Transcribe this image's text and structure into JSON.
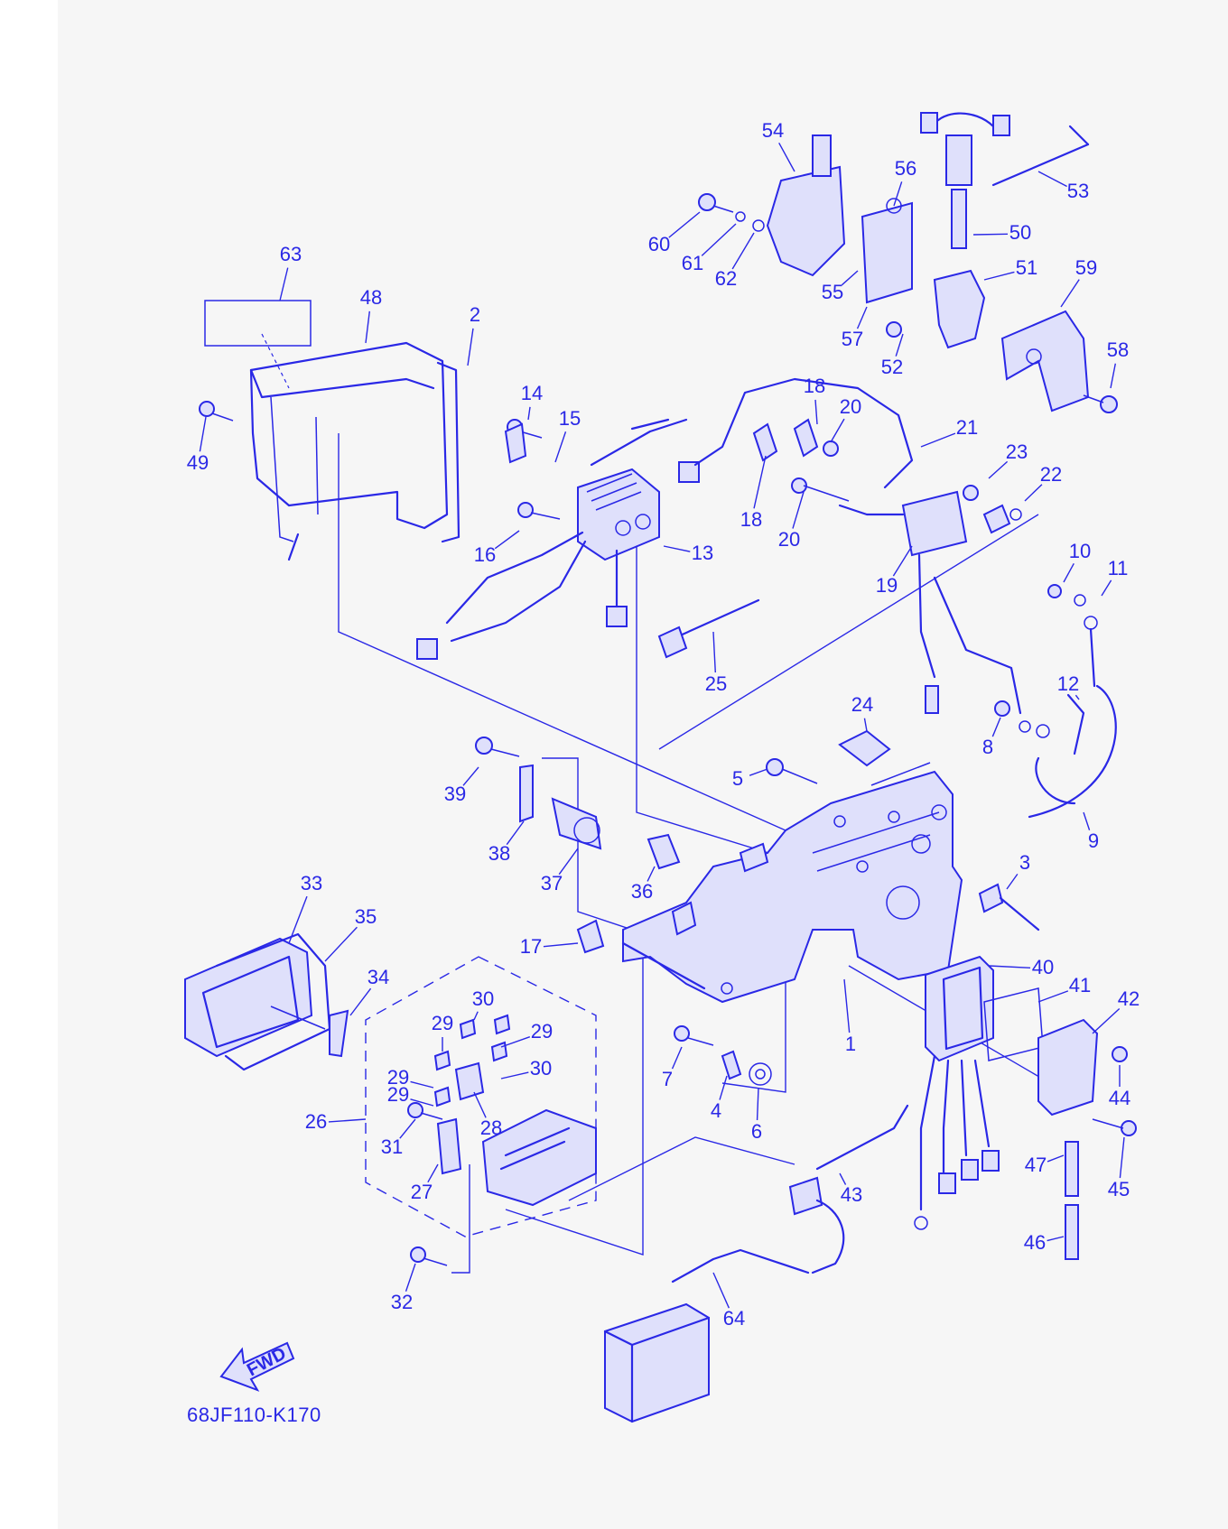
{
  "colors": {
    "ink": "#2a28e6",
    "sheet": "#f6f6f6",
    "paper": "#ffffff"
  },
  "diagram_code": "68JF110-K170",
  "direction_label": "FWD",
  "callouts": [
    {
      "n": "1"
    },
    {
      "n": "2"
    },
    {
      "n": "3"
    },
    {
      "n": "4"
    },
    {
      "n": "5"
    },
    {
      "n": "6"
    },
    {
      "n": "7"
    },
    {
      "n": "8"
    },
    {
      "n": "9"
    },
    {
      "n": "10"
    },
    {
      "n": "11"
    },
    {
      "n": "12"
    },
    {
      "n": "13"
    },
    {
      "n": "14"
    },
    {
      "n": "15"
    },
    {
      "n": "16"
    },
    {
      "n": "17"
    },
    {
      "n": "18"
    },
    {
      "n": "18"
    },
    {
      "n": "19"
    },
    {
      "n": "20"
    },
    {
      "n": "20"
    },
    {
      "n": "21"
    },
    {
      "n": "22"
    },
    {
      "n": "23"
    },
    {
      "n": "24"
    },
    {
      "n": "25"
    },
    {
      "n": "26"
    },
    {
      "n": "27"
    },
    {
      "n": "28"
    },
    {
      "n": "29"
    },
    {
      "n": "29"
    },
    {
      "n": "29"
    },
    {
      "n": "29"
    },
    {
      "n": "30"
    },
    {
      "n": "30"
    },
    {
      "n": "31"
    },
    {
      "n": "32"
    },
    {
      "n": "33"
    },
    {
      "n": "34"
    },
    {
      "n": "35"
    },
    {
      "n": "36"
    },
    {
      "n": "37"
    },
    {
      "n": "38"
    },
    {
      "n": "39"
    },
    {
      "n": "40"
    },
    {
      "n": "41"
    },
    {
      "n": "42"
    },
    {
      "n": "43"
    },
    {
      "n": "44"
    },
    {
      "n": "45"
    },
    {
      "n": "46"
    },
    {
      "n": "47"
    },
    {
      "n": "48"
    },
    {
      "n": "49"
    },
    {
      "n": "50"
    },
    {
      "n": "51"
    },
    {
      "n": "52"
    },
    {
      "n": "53"
    },
    {
      "n": "54"
    },
    {
      "n": "55"
    },
    {
      "n": "56"
    },
    {
      "n": "57"
    },
    {
      "n": "58"
    },
    {
      "n": "59"
    },
    {
      "n": "60"
    },
    {
      "n": "61"
    },
    {
      "n": "62"
    },
    {
      "n": "63"
    },
    {
      "n": "64"
    }
  ]
}
